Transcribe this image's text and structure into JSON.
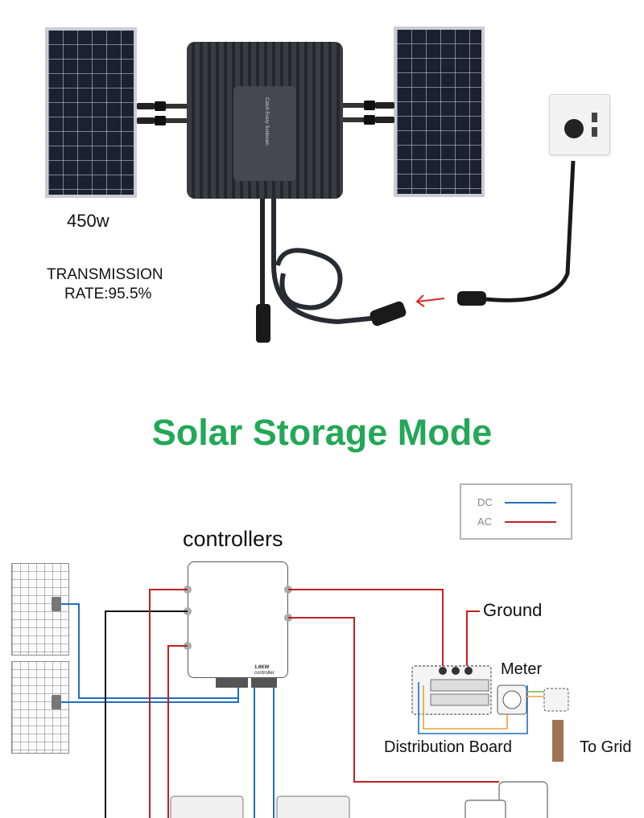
{
  "top_section": {
    "panel_power": "450w",
    "transmission_line1": "TRANSMISSION",
    "transmission_line2": "RATE:95.5%",
    "inverter_brand": "Catch Every Sunbeam"
  },
  "title": "Solar Storage Mode",
  "legend": {
    "dc_label": "DC",
    "ac_label": "AC",
    "dc_color": "#1f6fbf",
    "ac_color": "#c41f1f"
  },
  "diagram": {
    "controllers_label": "controllers",
    "controller_model": "1.6KW",
    "controller_sub": "controller",
    "ground_label": "Ground",
    "meter_label": "Meter",
    "distribution_board_label": "Distribution Board",
    "to_grid_label": "To Grid"
  }
}
